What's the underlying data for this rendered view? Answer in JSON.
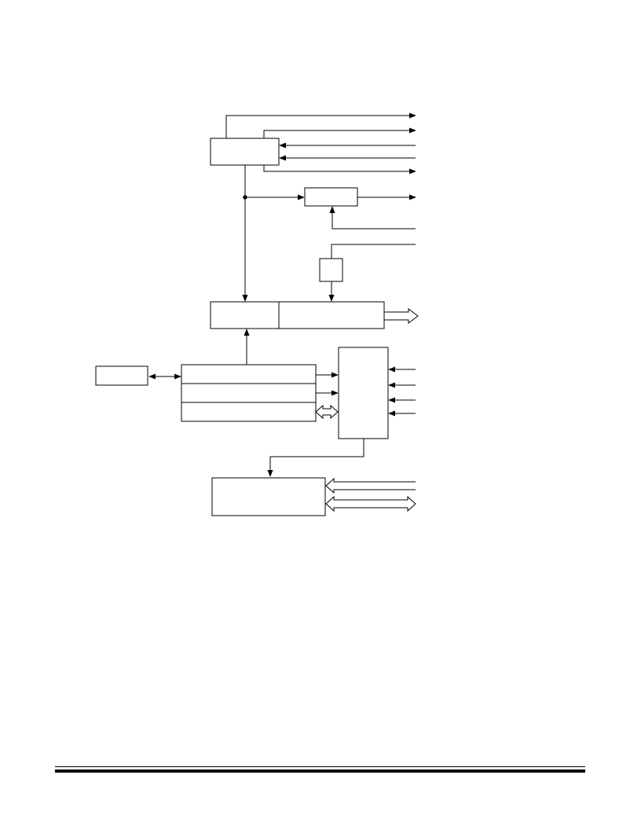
{
  "diagram": {
    "blocks": [
      {
        "id": "top-control",
        "label": ""
      },
      {
        "id": "mid-register",
        "label": ""
      },
      {
        "id": "small-square",
        "label": ""
      },
      {
        "id": "wide-left-cell",
        "label": ""
      },
      {
        "id": "wide-right-cell",
        "label": ""
      },
      {
        "id": "side-box",
        "label": ""
      },
      {
        "id": "stack-row-1",
        "label": ""
      },
      {
        "id": "stack-row-2",
        "label": ""
      },
      {
        "id": "stack-row-3",
        "label": ""
      },
      {
        "id": "tall-right-box",
        "label": ""
      },
      {
        "id": "bottom-box",
        "label": ""
      }
    ],
    "signals": [
      {
        "id": "out-1",
        "direction": "output",
        "label": ""
      },
      {
        "id": "out-2",
        "direction": "output",
        "label": ""
      },
      {
        "id": "in-1",
        "direction": "input",
        "label": ""
      },
      {
        "id": "in-2",
        "direction": "input",
        "label": ""
      },
      {
        "id": "out-3",
        "direction": "output",
        "label": ""
      },
      {
        "id": "out-4",
        "direction": "output",
        "label": ""
      },
      {
        "id": "in-3",
        "direction": "input",
        "label": ""
      },
      {
        "id": "in-4",
        "direction": "input",
        "label": ""
      },
      {
        "id": "bus-out",
        "direction": "output-bus",
        "label": ""
      },
      {
        "id": "in-5",
        "direction": "input",
        "label": ""
      },
      {
        "id": "in-6",
        "direction": "input",
        "label": ""
      },
      {
        "id": "in-7",
        "direction": "input",
        "label": ""
      },
      {
        "id": "in-8",
        "direction": "input",
        "label": ""
      },
      {
        "id": "bus-in-1",
        "direction": "input-bus",
        "label": ""
      },
      {
        "id": "bus-bidir-1",
        "direction": "bidirectional-bus",
        "label": ""
      }
    ]
  },
  "colors": {
    "stroke": "#000000",
    "background": "#ffffff"
  }
}
